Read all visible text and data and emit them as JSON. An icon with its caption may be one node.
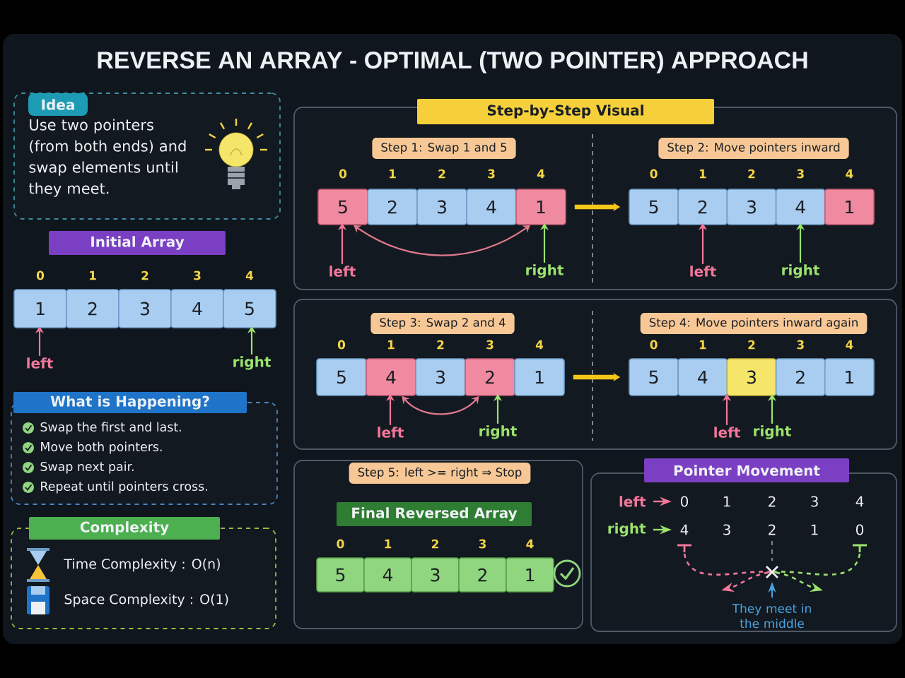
{
  "diagram": {
    "title": "REVERSE AN ARRAY - OPTIMAL (TWO POINTER) APPROACH",
    "nodes": [
      {
        "text": [
          "Idea",
          "Use two pointers (from both ends) and swap elements until they meet."
        ]
      },
      {
        "text": [
          "Initial Array"
        ]
      },
      {
        "text": [
          "1"
        ],
        "beside": [
          "0"
        ]
      },
      {
        "text": [
          "2"
        ],
        "beside": [
          "1"
        ]
      },
      {
        "text": [
          "3"
        ],
        "beside": [
          "2"
        ]
      },
      {
        "text": [
          "4"
        ],
        "beside": [
          "3"
        ]
      },
      {
        "text": [
          "5"
        ],
        "beside": [
          "4"
        ]
      },
      {
        "text": [
          "left"
        ]
      },
      {
        "text": [
          "right"
        ]
      },
      {
        "text": [
          "What is Happening?",
          "Swap the first and last.",
          "Move both pointers.",
          "Swap next pair.",
          "Repeat until pointers cross."
        ]
      },
      {
        "text": [
          "Complexity",
          "Time Complexity : O(n)",
          "Space Complexity : O(1)"
        ]
      },
      {
        "text": [
          "Step-by-Step Visual"
        ]
      },
      {
        "text": [
          "Step 1: Swap 1 and 5"
        ],
        "in": 11
      },
      {
        "text": [
          "5"
        ],
        "beside": [
          "0"
        ],
        "in": 11
      },
      {
        "text": [
          "2"
        ],
        "beside": [
          "1"
        ],
        "in": 11
      },
      {
        "text": [
          "3"
        ],
        "beside": [
          "2"
        ],
        "in": 11
      },
      {
        "text": [
          "4"
        ],
        "beside": [
          "3"
        ],
        "in": 11
      },
      {
        "text": [
          "1"
        ],
        "beside": [
          "4"
        ],
        "in": 11
      },
      {
        "text": [
          "left"
        ],
        "in": 11
      },
      {
        "text": [
          "right"
        ],
        "in": 11
      },
      {
        "text": [
          "Step 2: Move pointers inward"
        ],
        "in": 11
      },
      {
        "text": [
          "5"
        ],
        "beside": [
          "0"
        ],
        "in": 11
      },
      {
        "text": [
          "2"
        ],
        "beside": [
          "1"
        ],
        "in": 11
      },
      {
        "text": [
          "3"
        ],
        "beside": [
          "2"
        ],
        "in": 11
      },
      {
        "text": [
          "4"
        ],
        "beside": [
          "3"
        ],
        "in": 11
      },
      {
        "text": [
          "1"
        ],
        "beside": [
          "4"
        ],
        "in": 11
      },
      {
        "text": [
          "left"
        ],
        "in": 11
      },
      {
        "text": [
          "right"
        ],
        "in": 11
      },
      {
        "text": [],
        "shape": "box"
      },
      {
        "text": [
          "Step 3: Swap 2 and 4"
        ],
        "in": 28
      },
      {
        "text": [
          "5"
        ],
        "beside": [
          "0"
        ],
        "in": 28
      },
      {
        "text": [
          "4"
        ],
        "beside": [
          "1"
        ],
        "in": 28
      },
      {
        "text": [
          "3"
        ],
        "beside": [
          "2"
        ],
        "in": 28
      },
      {
        "text": [
          "2"
        ],
        "beside": [
          "3"
        ],
        "in": 28
      },
      {
        "text": [
          "1"
        ],
        "beside": [
          "4"
        ],
        "in": 28
      },
      {
        "text": [
          "left"
        ],
        "in": 28
      },
      {
        "text": [
          "right"
        ],
        "in": 28
      },
      {
        "text": [
          "Step 4: Move pointers inward again"
        ],
        "in": 28
      },
      {
        "text": [
          "5"
        ],
        "beside": [
          "0"
        ],
        "in": 28
      },
      {
        "text": [
          "4"
        ],
        "beside": [
          "1"
        ],
        "in": 28
      },
      {
        "text": [
          "3"
        ],
        "beside": [
          "2"
        ],
        "in": 28
      },
      {
        "text": [
          "2"
        ],
        "beside": [
          "3"
        ],
        "in": 28
      },
      {
        "text": [
          "1"
        ],
        "beside": [
          "4"
        ],
        "in": 28
      },
      {
        "text": [
          "left"
        ],
        "in": 28
      },
      {
        "text": [
          "right"
        ],
        "in": 28
      },
      {
        "text": [],
        "shape": "box"
      },
      {
        "text": [
          "Step 5: left >= right ⇒ Stop"
        ],
        "in": 45
      },
      {
        "text": [
          "Final Reversed Array"
        ],
        "in": 45
      },
      {
        "text": [
          "5"
        ],
        "beside": [
          "0"
        ],
        "in": 45
      },
      {
        "text": [
          "4"
        ],
        "beside": [
          "1"
        ],
        "in": 45
      },
      {
        "text": [
          "3"
        ],
        "beside": [
          "2"
        ],
        "in": 45
      },
      {
        "text": [
          "2"
        ],
        "beside": [
          "3"
        ],
        "in": 45
      },
      {
        "text": [
          "1"
        ],
        "beside": [
          "4"
        ],
        "in": 45
      },
      {
        "text": [
          "Pointer Movement"
        ]
      }
    ],
    "edges": [
      {
        "from": 7,
        "to": 2,
        "arrow": "to",
        "color": "#f2779a"
      },
      {
        "from": 8,
        "to": 6,
        "arrow": "to",
        "color": "#9be36d"
      },
      {
        "from": 18,
        "to": 13,
        "arrow": "to",
        "color": "#f2779a"
      },
      {
        "from": 19,
        "to": 17,
        "arrow": "to",
        "color": "#9be36d"
      },
      {
        "from": 13,
        "to": 17,
        "arrow": "both",
        "color": "#e07a8e"
      },
      {
        "from": 17,
        "to": 21,
        "arrow": "to",
        "style": "thick",
        "color": "#f5c518"
      },
      {
        "from": 26,
        "to": 22,
        "arrow": "to",
        "color": "#f2779a"
      },
      {
        "from": 27,
        "to": 24,
        "arrow": "to",
        "color": "#9be36d"
      },
      {
        "from": 35,
        "to": 31,
        "arrow": "to",
        "color": "#f2779a"
      },
      {
        "from": 36,
        "to": 33,
        "arrow": "to",
        "color": "#9be36d"
      },
      {
        "from": 31,
        "to": 33,
        "arrow": "both",
        "color": "#e07a8e"
      },
      {
        "from": 34,
        "to": 38,
        "arrow": "to",
        "style": "thick",
        "color": "#f5c518"
      },
      {
        "from": 43,
        "to": 40,
        "arrow": "to",
        "color": "#f2779a"
      },
      {
        "from": 44,
        "to": 40,
        "arrow": "to",
        "color": "#9be36d"
      }
    ],
    "labels": [
      "left",
      "0",
      "1",
      "2",
      "3",
      "4",
      "right",
      "4",
      "3",
      "2",
      "1",
      "0",
      "They meet in the middle"
    ]
  }
}
